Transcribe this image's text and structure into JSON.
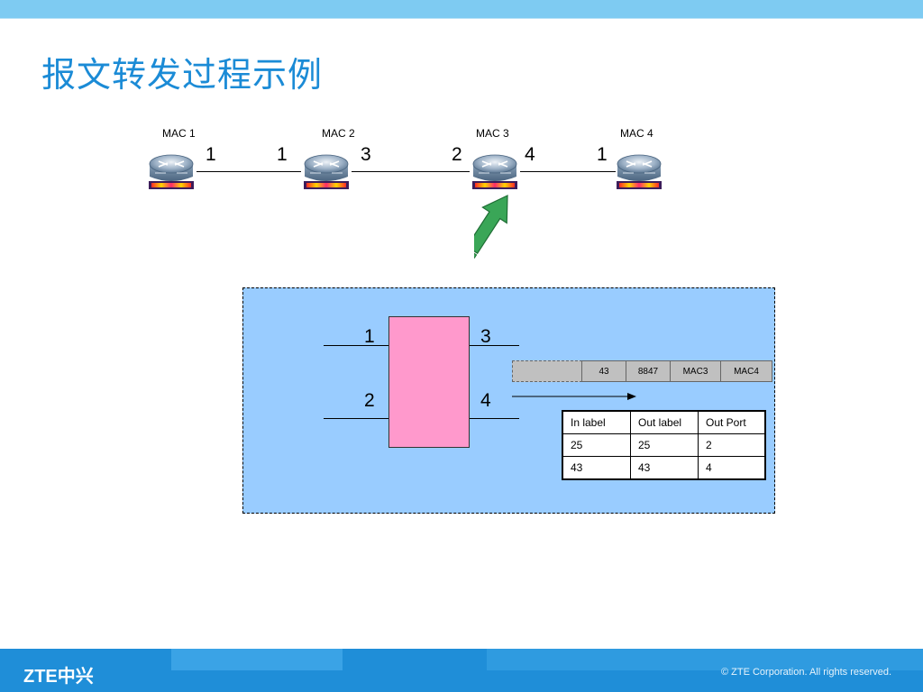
{
  "slide": {
    "title": "报文转发过程示例"
  },
  "routers": [
    {
      "label": "MAC 1",
      "ports": [
        "1"
      ]
    },
    {
      "label": "MAC 2",
      "ports": [
        "1",
        "3"
      ]
    },
    {
      "label": "MAC 3",
      "ports": [
        "2",
        "4"
      ]
    },
    {
      "label": "MAC 4",
      "ports": [
        "1"
      ]
    }
  ],
  "detail": {
    "switch_ports": [
      "1",
      "3",
      "2",
      "4"
    ],
    "frame_fields": [
      "",
      "43",
      "8847",
      "MAC3",
      "MAC4"
    ],
    "table": {
      "headers": [
        "In label",
        "Out label",
        "Out Port"
      ],
      "rows": [
        [
          "25",
          "25",
          "2"
        ],
        [
          "43",
          "43",
          "4"
        ]
      ]
    }
  },
  "footer": {
    "logo": "ZTE中兴",
    "copyright": "© ZTE Corporation. All rights reserved."
  },
  "colors": {
    "title": "#1b8bd6",
    "panel": "#99ccff",
    "switch": "#ff99cc",
    "arrow": "#3aa657",
    "footer": "#1f8ed8"
  }
}
